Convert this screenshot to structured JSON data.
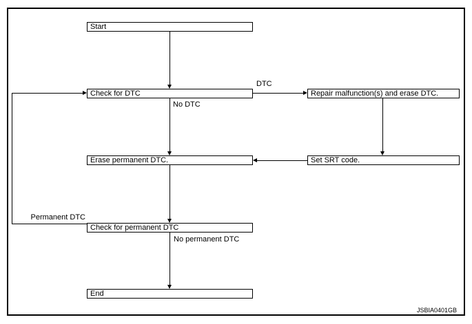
{
  "diagram": {
    "type": "flowchart",
    "nodes": {
      "start": "Start",
      "check_dtc": "Check for DTC",
      "repair": "Repair malfunction(s) and erase DTC.",
      "erase_permanent": "Erase permanent DTC.",
      "set_srt": "Set SRT code.",
      "check_permanent": "Check for permanent DTC",
      "end": "End"
    },
    "edge_labels": {
      "dtc": "DTC",
      "no_dtc": "No DTC",
      "permanent_dtc": "Permanent DTC",
      "no_permanent_dtc": "No permanent DTC"
    },
    "edges": [
      {
        "from": "start",
        "to": "check_dtc",
        "label": ""
      },
      {
        "from": "check_dtc",
        "to": "repair",
        "label": "DTC"
      },
      {
        "from": "check_dtc",
        "to": "erase_permanent",
        "label": "No DTC"
      },
      {
        "from": "repair",
        "to": "set_srt",
        "label": ""
      },
      {
        "from": "set_srt",
        "to": "erase_permanent",
        "label": ""
      },
      {
        "from": "erase_permanent",
        "to": "check_permanent",
        "label": ""
      },
      {
        "from": "check_permanent",
        "to": "end",
        "label": "No permanent DTC"
      },
      {
        "from": "check_permanent",
        "to": "check_dtc",
        "label": "Permanent DTC"
      }
    ],
    "figure_code": "JSBIA0401GB",
    "colors": {
      "line": "#000000",
      "background": "#ffffff"
    }
  }
}
